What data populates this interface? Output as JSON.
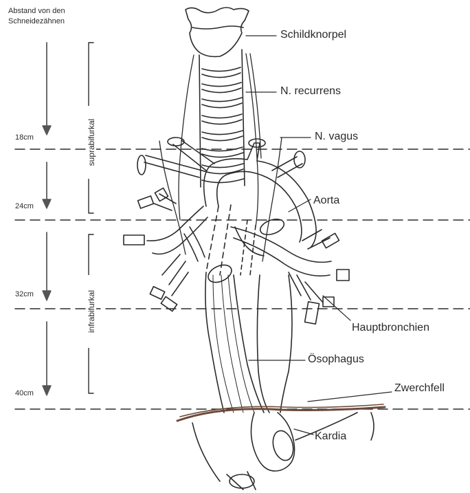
{
  "header": {
    "line1": "Abstand von den",
    "line2": "Schneidezähnen"
  },
  "depths": [
    "18cm",
    "24cm",
    "32cm",
    "40cm"
  ],
  "regions": {
    "upper": "suprabifurkal",
    "lower": "infrabifurkal"
  },
  "labels": {
    "schildknorpel": "Schildknorpel",
    "recurrens": "N. recurrens",
    "vagus": "N. vagus",
    "aorta": "Aorta",
    "bronchien": "Hauptbronchien",
    "oesophagus": "Ösophagus",
    "zwerchfell": "Zwerchfell",
    "kardia": "Kardia"
  },
  "colors": {
    "ink": "#2a2a2a",
    "diaphragm": "#6b4a3a"
  }
}
